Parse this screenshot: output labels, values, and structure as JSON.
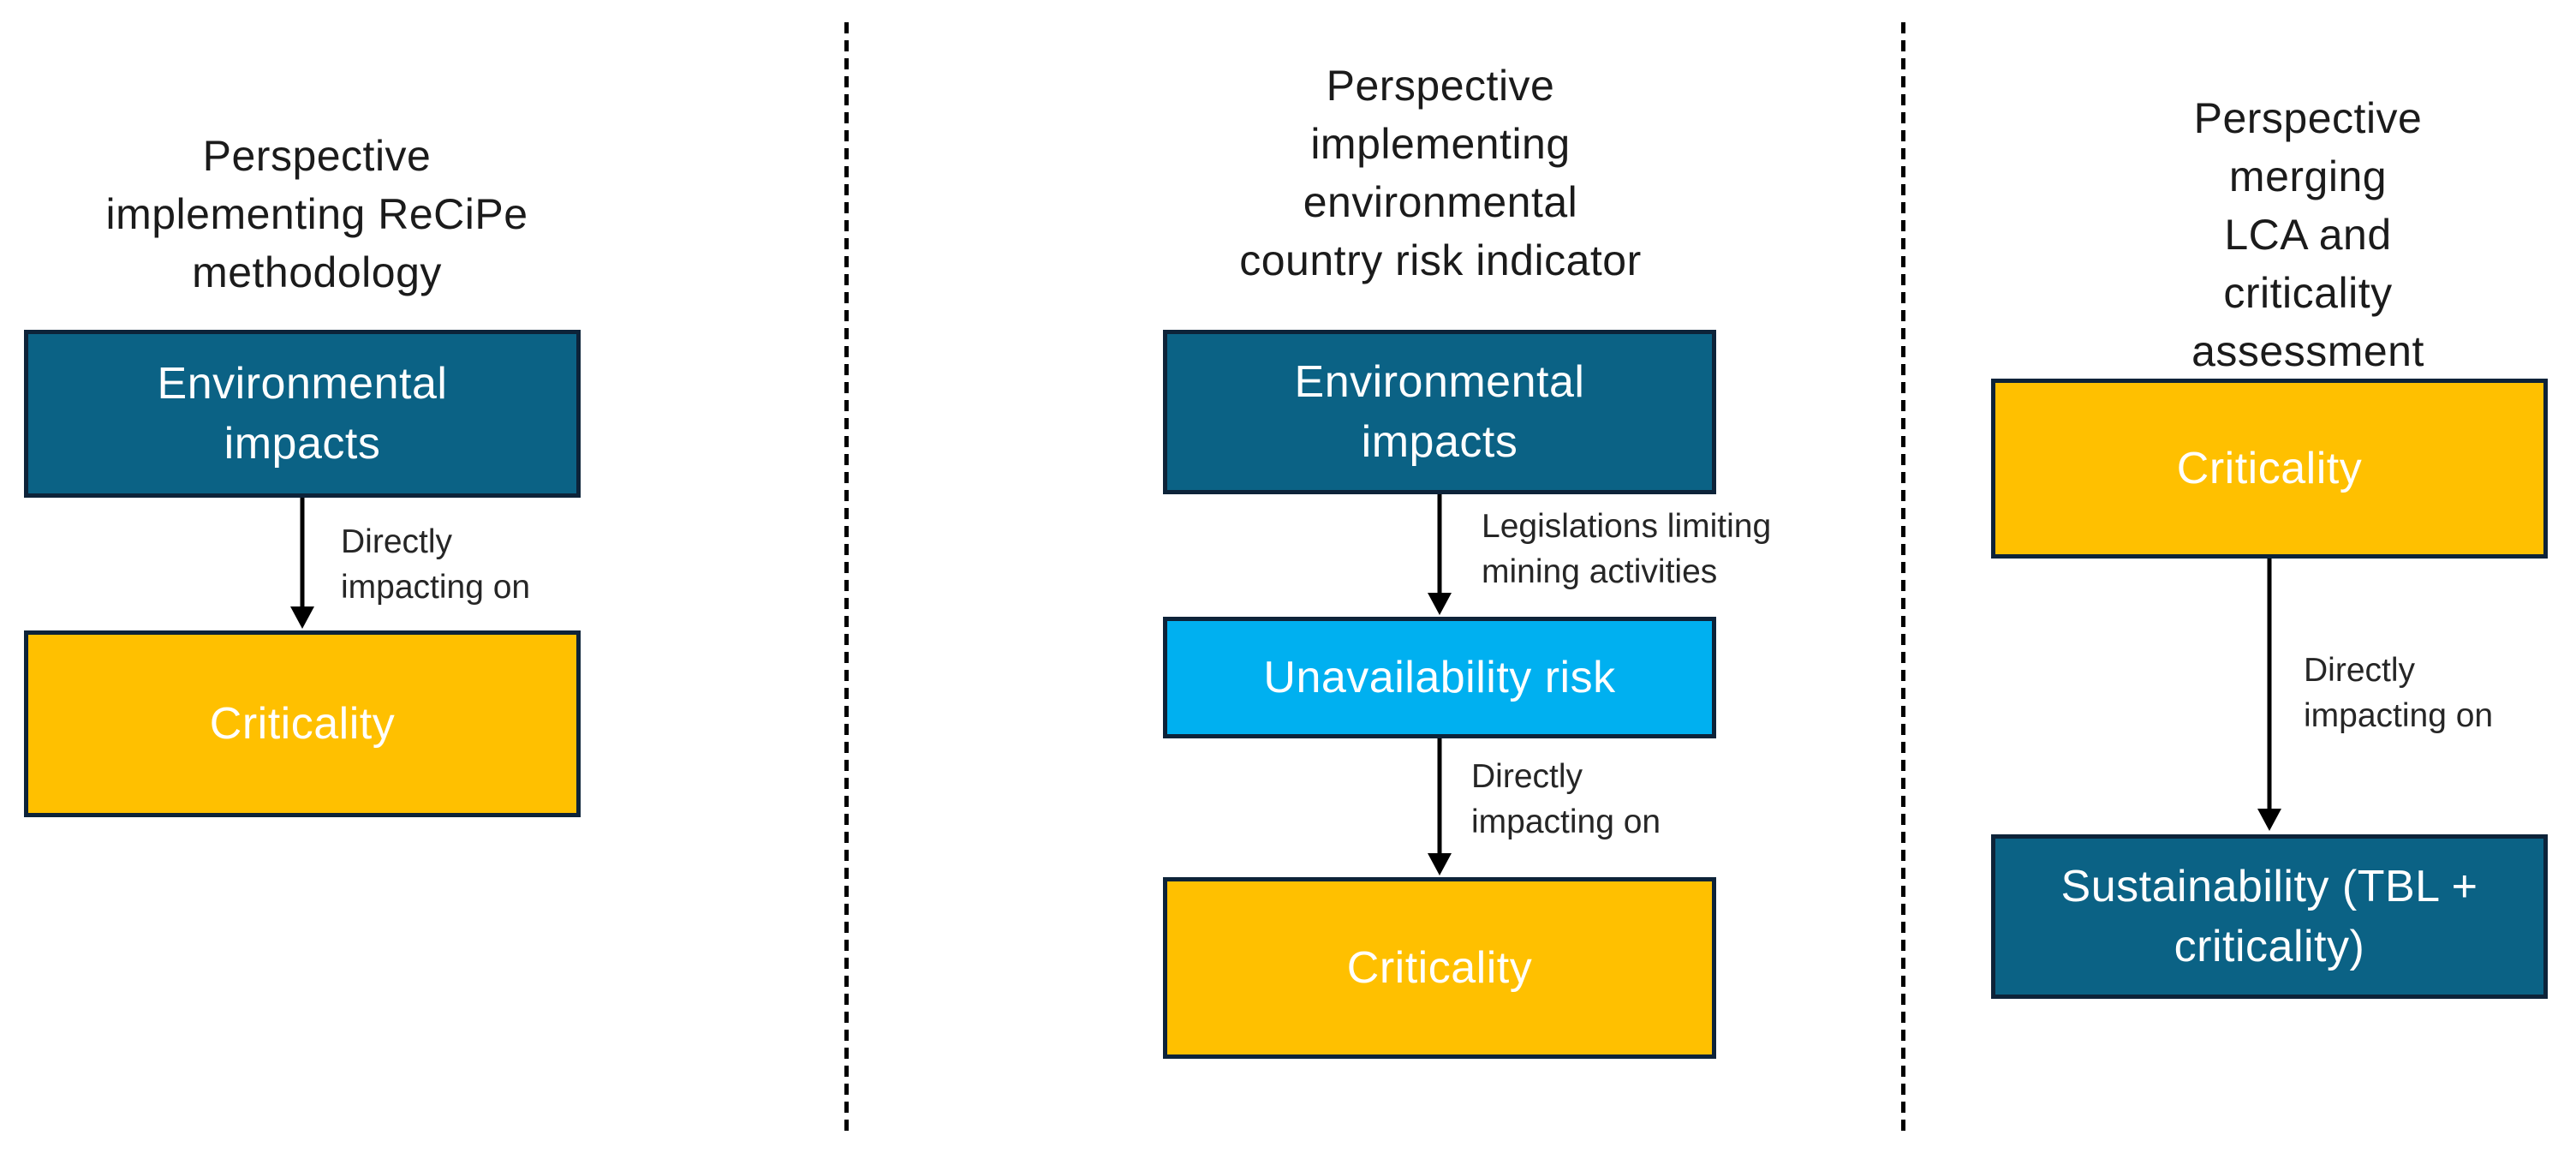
{
  "figure": {
    "background": "#ffffff",
    "colors": {
      "dark_blue": "#0b6285",
      "yellow": "#ffc000",
      "light_blue": "#00b0f0",
      "box_border": "#0d2339",
      "box_text": "#ffffff",
      "title_text": "#1b1b1b",
      "label_text": "#262626",
      "arrow": "#000000",
      "divider": "#000000"
    },
    "panels": [
      {
        "title": "Perspective implementing ReCiPe methodology",
        "title_lines": [
          "Perspective",
          "implementing ReCiPe",
          "methodology"
        ],
        "boxes": [
          {
            "text": "Environmental impacts",
            "text_lines": [
              "Environmental",
              "impacts"
            ],
            "fill": "#0b6285",
            "text_color": "#ffffff"
          },
          {
            "text": "Criticality",
            "text_lines": [
              "Criticality"
            ],
            "fill": "#ffc000",
            "text_color": "#ffffff"
          }
        ],
        "arrows": [
          {
            "from": "Environmental impacts",
            "to": "Criticality",
            "label": "Directly impacting on",
            "label_lines": [
              "Directly",
              "impacting on"
            ]
          }
        ]
      },
      {
        "title": "Perspective implementing environmental country risk indicator",
        "title_lines": [
          "Perspective",
          "implementing",
          "environmental",
          "country risk indicator"
        ],
        "boxes": [
          {
            "text": "Environmental impacts",
            "text_lines": [
              "Environmental",
              "impacts"
            ],
            "fill": "#0b6285",
            "text_color": "#ffffff"
          },
          {
            "text": "Unavailability risk",
            "text_lines": [
              "Unavailability risk"
            ],
            "fill": "#00b0f0",
            "text_color": "#ffffff"
          },
          {
            "text": "Criticality",
            "text_lines": [
              "Criticality"
            ],
            "fill": "#ffc000",
            "text_color": "#ffffff"
          }
        ],
        "arrows": [
          {
            "from": "Environmental impacts",
            "to": "Unavailability risk",
            "label": "Legislations limiting mining activities",
            "label_lines": [
              "Legislations limiting",
              "mining activities"
            ]
          },
          {
            "from": "Unavailability risk",
            "to": "Criticality",
            "label": "Directly impacting on",
            "label_lines": [
              "Directly",
              "impacting on"
            ]
          }
        ]
      },
      {
        "title": "Perspective merging LCA and criticality assessment",
        "title_lines": [
          "Perspective merging",
          "LCA and criticality",
          "assessment"
        ],
        "boxes": [
          {
            "text": "Criticality",
            "text_lines": [
              "Criticality"
            ],
            "fill": "#ffc000",
            "text_color": "#ffffff"
          },
          {
            "text": "Sustainability (TBL + criticality)",
            "text_lines": [
              "Sustainability (TBL +",
              "criticality)"
            ],
            "fill": "#0b6285",
            "text_color": "#ffffff"
          }
        ],
        "arrows": [
          {
            "from": "Criticality",
            "to": "Sustainability (TBL + criticality)",
            "label": "Directly impacting on",
            "label_lines": [
              "Directly",
              "impacting on"
            ]
          }
        ]
      }
    ]
  }
}
